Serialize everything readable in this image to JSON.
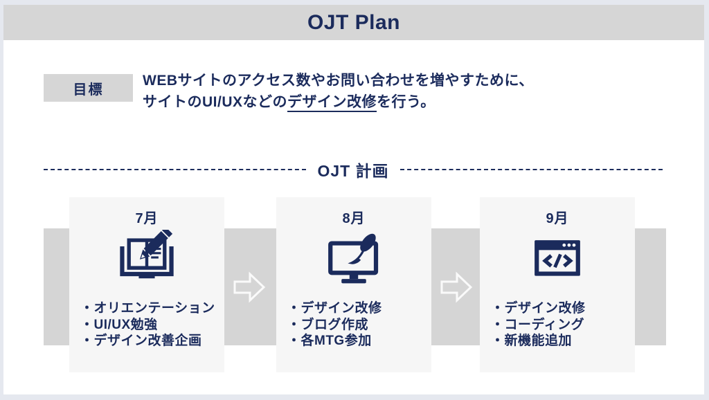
{
  "colors": {
    "navy": "#1b2b5c",
    "header_bg": "#d6d6d6",
    "band_bg": "#d5d5d5",
    "card_bg": "#f6f6f6",
    "slide_bg": "#ffffff",
    "page_bg": "#e5e8ef",
    "arrow_outline": "#fafafa"
  },
  "header": {
    "title": "OJT Plan"
  },
  "goal": {
    "label": "目標",
    "line1": "WEBサイトのアクセス数やお問い合わせを増やすために、",
    "line2_before": "サイトのUI/UXなどの",
    "line2_underline": "デザイン改修",
    "line2_after": "を行う。"
  },
  "plan": {
    "section_title": "OJT 計画",
    "cards": [
      {
        "month": "7月",
        "icon": "book-pencil-icon",
        "items": [
          "・オリエンテーション",
          "・UI/UX勉強",
          "・デザイン改善企画"
        ]
      },
      {
        "month": "8月",
        "icon": "monitor-quill-icon",
        "items": [
          "・デザイン改修",
          "・ブログ作成",
          "・各MTG参加"
        ]
      },
      {
        "month": "9月",
        "icon": "code-window-icon",
        "items": [
          "・デザイン改修",
          "・コーディング",
          "・新機能追加"
        ]
      }
    ]
  }
}
